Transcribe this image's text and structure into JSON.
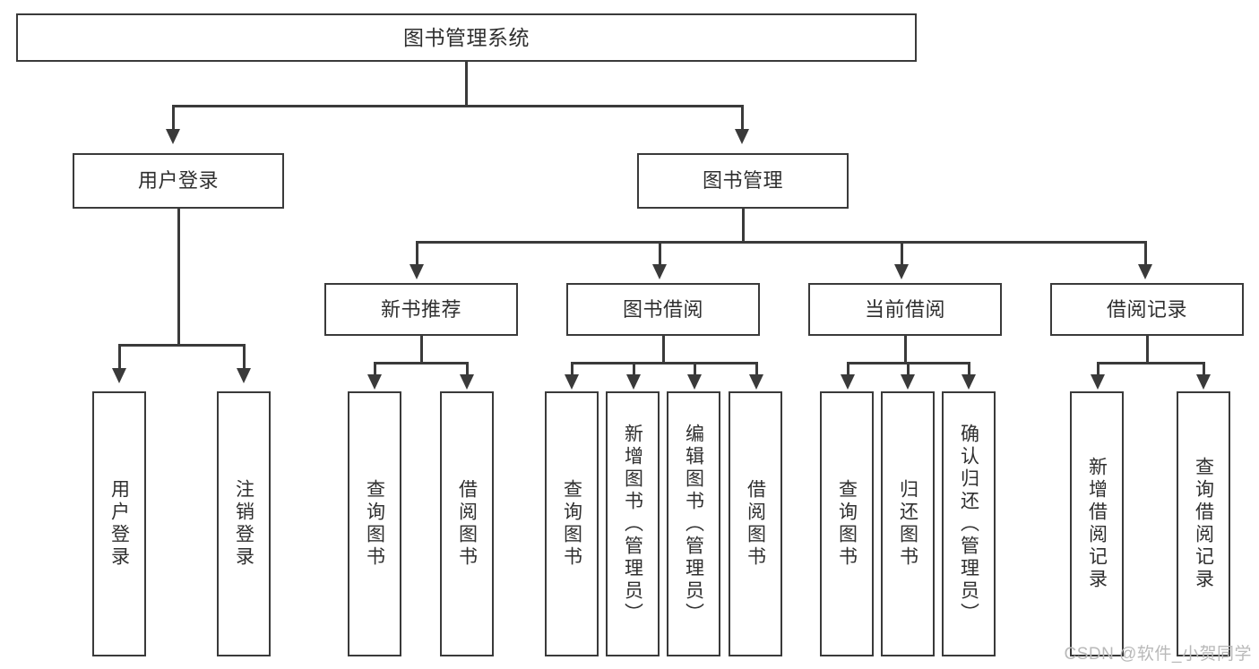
{
  "diagram": {
    "type": "tree",
    "title": "图书管理系统",
    "watermark": "CSDN @软件_小贺同学",
    "colors": {
      "stroke": "#3a3a3a",
      "text": "#2f2f2f",
      "background": "#ffffff",
      "watermark": "#b9b9b9"
    },
    "root": {
      "label": "图书管理系统"
    },
    "level2": [
      {
        "label": "用户登录"
      },
      {
        "label": "图书管理"
      }
    ],
    "level3": [
      {
        "label": "新书推荐"
      },
      {
        "label": "图书借阅"
      },
      {
        "label": "当前借阅"
      },
      {
        "label": "借阅记录"
      }
    ],
    "leaves": {
      "user_login": [
        {
          "label": "用户登录"
        },
        {
          "label": "注销登录"
        }
      ],
      "new_book_recommend": [
        {
          "label": "查询图书"
        },
        {
          "label": "借阅图书"
        }
      ],
      "book_borrow": [
        {
          "label": "查询图书"
        },
        {
          "label": "新增图书（管理员）"
        },
        {
          "label": "编辑图书（管理员）"
        },
        {
          "label": "借阅图书"
        }
      ],
      "current_borrow": [
        {
          "label": "查询图书"
        },
        {
          "label": "归还图书"
        },
        {
          "label": "确认归还（管理员）"
        }
      ],
      "borrow_record": [
        {
          "label": "新增借阅记录"
        },
        {
          "label": "查询借阅记录"
        }
      ]
    }
  }
}
